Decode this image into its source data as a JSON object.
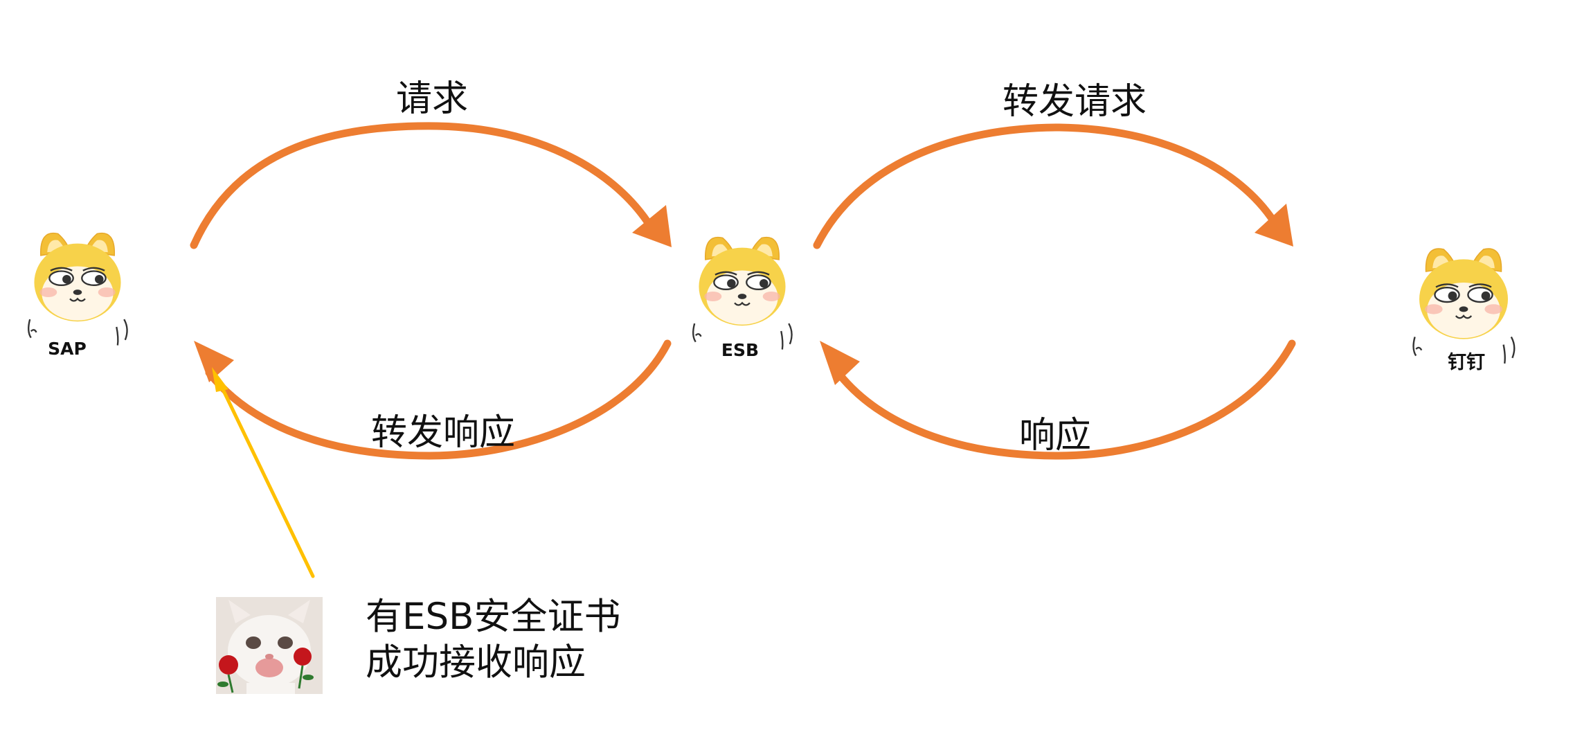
{
  "nodes": {
    "sap": {
      "label": "SAP"
    },
    "esb": {
      "label": "ESB"
    },
    "dingtalk": {
      "label": "钉钉"
    }
  },
  "edges": {
    "request": "请求",
    "forward_response": "转发响应",
    "forward_request": "转发请求",
    "response": "响应"
  },
  "note": {
    "line1": "有ESB安全证书",
    "line2": "成功接收响应"
  },
  "colors": {
    "arrow": "#ED7D31",
    "pointer": "#FFC000",
    "mascot_face": "#F7D24A",
    "mascot_muzzle": "#FFF6E6"
  },
  "icons": {
    "mascot": "shiba-dog-face",
    "cat": "cat-holding-roses"
  }
}
